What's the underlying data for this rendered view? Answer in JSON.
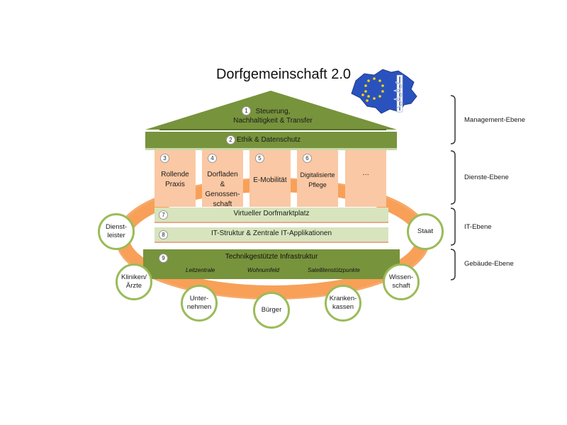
{
  "title": "Dorfgemeinschaft 2.0",
  "colors": {
    "roof": "#77933c",
    "pillar": "#fac8a4",
    "band": "#d7e4bd",
    "ring": "#f79646",
    "stakeholder_border": "#9bbb59",
    "map_blue": "#2a52be"
  },
  "roof": {
    "item1": {
      "number": "1",
      "line1": "Steuerung,",
      "line2": "Nachhaltigkeit & Transfer"
    },
    "item2": {
      "number": "2",
      "label": "Ethik & Datenschutz"
    }
  },
  "pillars": [
    {
      "number": "3",
      "line1": "Rollende",
      "line2": "Praxis",
      "line3": "",
      "line4": ""
    },
    {
      "number": "4",
      "line1": "Dorfladen",
      "line2": "&",
      "line3": "Genossen-",
      "line4": "schaft"
    },
    {
      "number": "5",
      "line1": "E-Mobilität",
      "line2": "",
      "line3": "",
      "line4": ""
    },
    {
      "number": "6",
      "line1": "Digitalisierte",
      "line2": "Pflege",
      "line3": "",
      "line4": ""
    },
    {
      "number": "",
      "line1": "…",
      "line2": "",
      "line3": "",
      "line4": ""
    }
  ],
  "bands": [
    {
      "number": "7",
      "label": "Virtueller Dorfmarktplatz"
    },
    {
      "number": "8",
      "label": "IT-Struktur & Zentrale IT-Applikationen"
    }
  ],
  "foundation": {
    "number": "9",
    "label": "Technikgestützte  Infrastruktur",
    "subs": [
      "Leitzentrale",
      "Wohnumfeld",
      "Satellitenstützpunkte"
    ]
  },
  "stakeholders": [
    {
      "line1": "Dienst-",
      "line2": "leister"
    },
    {
      "line1": "Kliniken/",
      "line2": "Ärzte"
    },
    {
      "line1": "Unter-",
      "line2": "nehmen"
    },
    {
      "line1": "Bürger",
      "line2": ""
    },
    {
      "line1": "Kranken-",
      "line2": "kassen"
    },
    {
      "line1": "Wissen-",
      "line2": "schaft"
    },
    {
      "line1": "Staat",
      "line2": ""
    }
  ],
  "levels": [
    {
      "label": "Management-Ebene"
    },
    {
      "label": "Dienste-Ebene"
    },
    {
      "label": "IT-Ebene"
    },
    {
      "label": "Gebäude-Ebene"
    }
  ],
  "logo": {
    "icon": "map-with-eu-stars-and-caduceus"
  }
}
